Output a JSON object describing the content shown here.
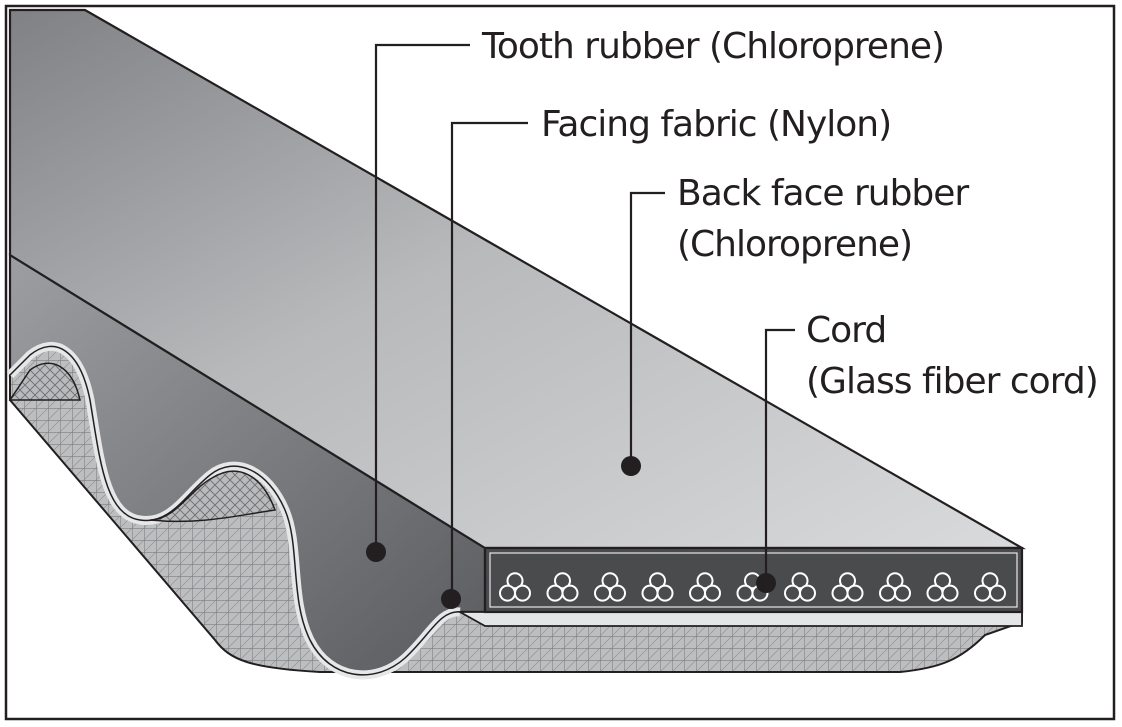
{
  "labels": {
    "tooth_rubber": "Tooth rubber (Chloroprene)",
    "facing_fabric": "Facing fabric (Nylon)",
    "back_face_rubber_line1": "Back face rubber",
    "back_face_rubber_line2": "(Chloroprene)",
    "cord_line1": "Cord",
    "cord_line2": "(Glass fiber cord)"
  },
  "colors": {
    "outline": "#231f20",
    "belt_top_light": "#d3d4d6",
    "belt_top_dark": "#8f9194",
    "cross_section": "#4a4b4d",
    "fabric": "#b5b6b8",
    "background": "#ffffff"
  },
  "cord_count": 11
}
